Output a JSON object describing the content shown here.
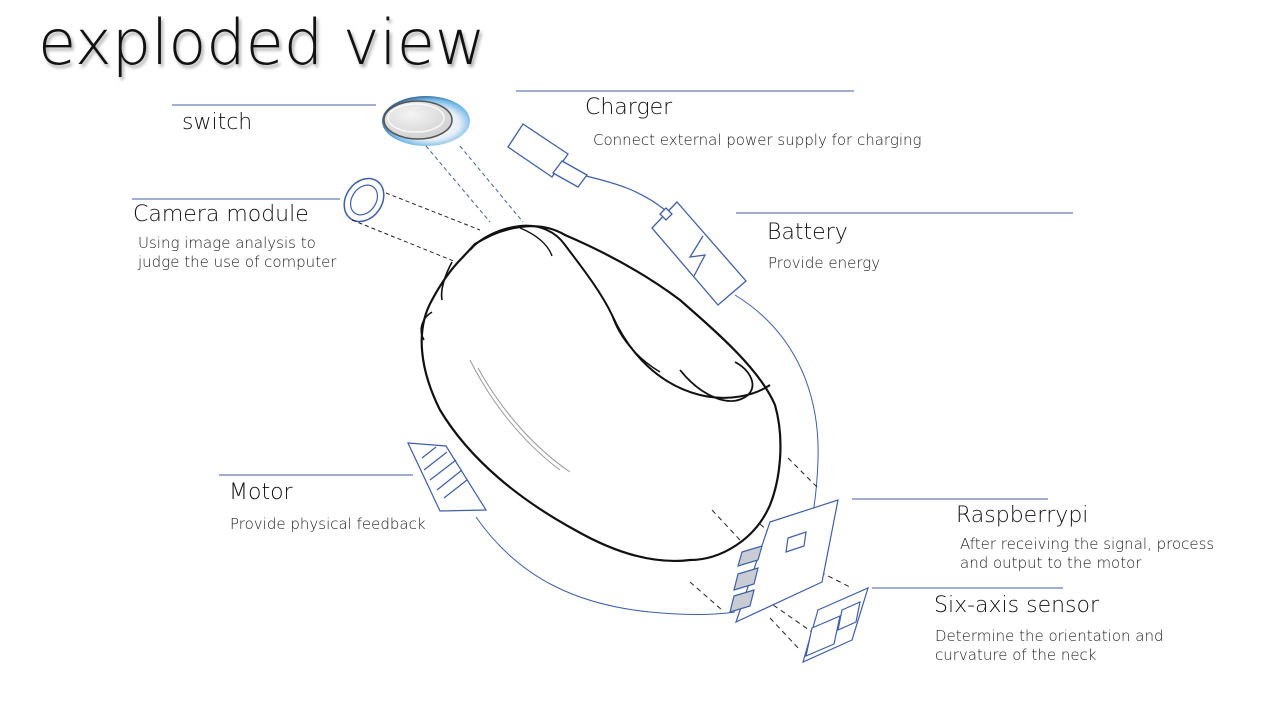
{
  "title": "exploded view",
  "colors": {
    "accent": "#3f5fa3",
    "ink": "#111111",
    "dash": "#333333"
  },
  "components": {
    "switch": {
      "name": "switch"
    },
    "charger": {
      "name": "Charger",
      "description": "Connect external power supply for charging"
    },
    "camera": {
      "name": "Camera module",
      "description_lines": [
        "Using image analysis to",
        "judge the use of computer"
      ]
    },
    "battery": {
      "name": "Battery",
      "description": "Provide energy"
    },
    "motor": {
      "name": "Motor",
      "description": "Provide physical feedback"
    },
    "raspberrypi": {
      "name": "Raspberrypi",
      "description_lines": [
        "After receiving the signal, process",
        "and output to the motor"
      ]
    },
    "sensor": {
      "name": "Six-axis sensor",
      "description_lines": [
        "Determine the orientation and",
        "curvature of the neck"
      ]
    }
  }
}
